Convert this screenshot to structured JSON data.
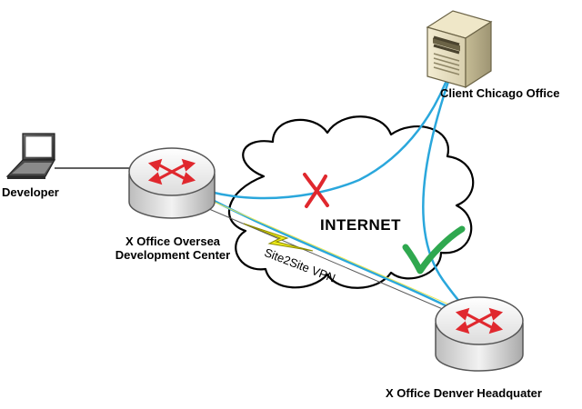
{
  "labels": {
    "developer": "Developer",
    "oversea_line1": "X Office  Oversea",
    "oversea_line2": "Development Center",
    "chicago": "Client Chicago Office",
    "denver": "X Office Denver Headquater",
    "internet": "INTERNET",
    "vpn": "Site2Site VPN"
  },
  "colors": {
    "link": "#2aa7dc",
    "router_arrow": "#e0282e",
    "blocked_mark": "#e0282e",
    "ok_mark": "#2fa84f",
    "vpn_bolt": "#f2ef1a"
  },
  "icons": {
    "developer": "laptop-icon",
    "oversea_router": "router-icon",
    "denver_router": "router-icon",
    "chicago": "server-tower-icon",
    "internet": "cloud-icon",
    "blocked": "x-mark-icon",
    "allowed": "checkmark-icon",
    "vpn": "lightning-bolt-icon"
  }
}
